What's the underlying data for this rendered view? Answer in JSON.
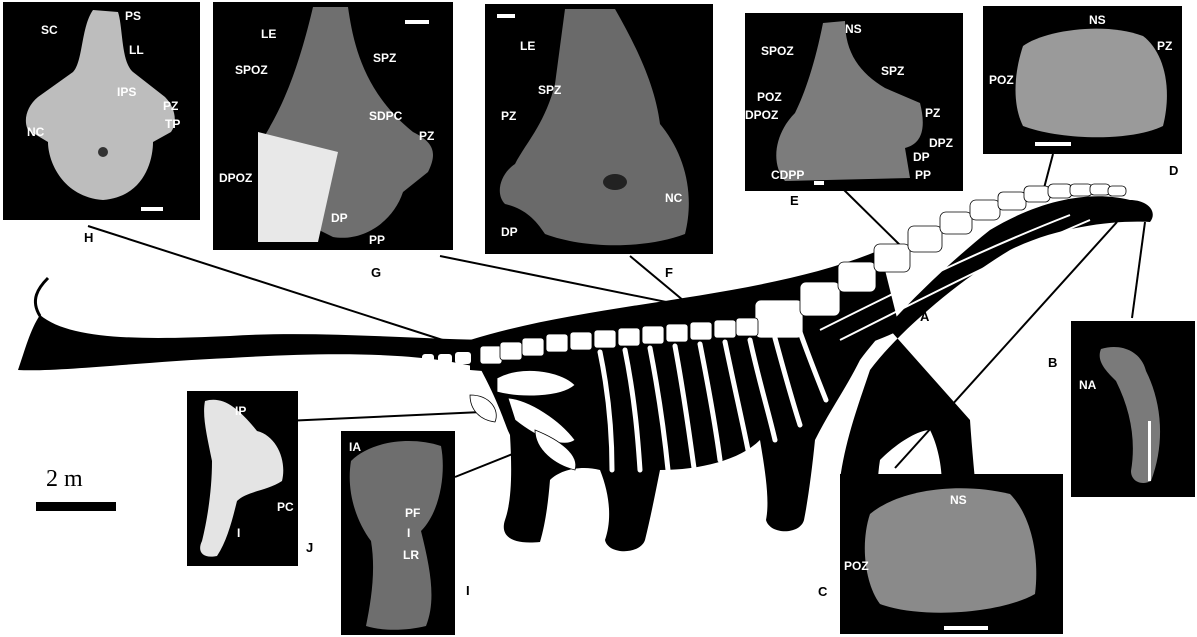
{
  "panels": {
    "A": {
      "label": "A",
      "labels": []
    },
    "B": {
      "label": "B",
      "labels": [
        "NA"
      ]
    },
    "C": {
      "label": "C",
      "labels": [
        "NS",
        "POZ"
      ]
    },
    "D": {
      "label": "D",
      "labels": [
        "NS",
        "PZ",
        "POZ"
      ]
    },
    "E": {
      "label": "E",
      "labels": [
        "NS",
        "SPOZ",
        "SPZ",
        "POZ",
        "PZ",
        "DPOZ",
        "DPZ",
        "DP",
        "CDPP",
        "PP"
      ]
    },
    "F": {
      "label": "F",
      "labels": [
        "LE",
        "SPZ",
        "PZ",
        "NC",
        "DP"
      ]
    },
    "G": {
      "label": "G",
      "labels": [
        "LE",
        "SPOZ",
        "SPZ",
        "SDPC",
        "PZ",
        "DPOZ",
        "DP",
        "PP"
      ]
    },
    "H": {
      "label": "H",
      "labels": [
        "PS",
        "SC",
        "LL",
        "IPS",
        "PZ",
        "TP",
        "NC"
      ]
    },
    "I": {
      "label": "I",
      "labels": [
        "IA",
        "PF",
        "I",
        "LR"
      ]
    },
    "J": {
      "label": "J",
      "labels": [
        "IP",
        "PC",
        "I"
      ]
    }
  },
  "scale_bar": {
    "label": "2 m"
  }
}
